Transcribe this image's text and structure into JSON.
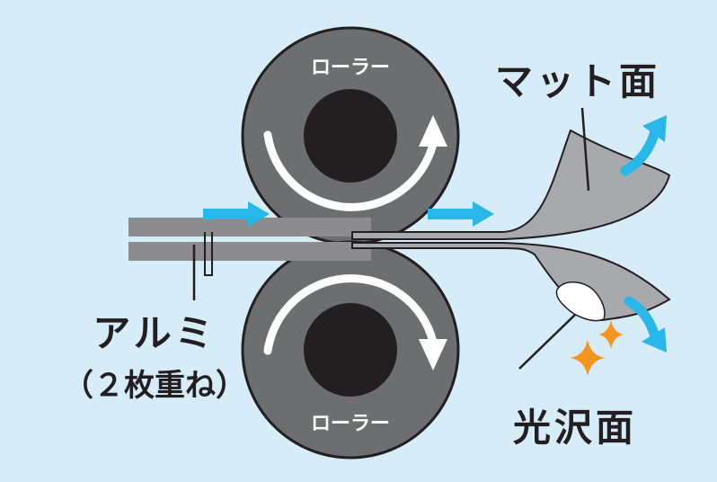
{
  "labels": {
    "roller_top": "ローラー",
    "roller_bottom": "ローラー",
    "matte_side": "マット面",
    "glossy_side": "光沢面",
    "aluminum": "アルミ",
    "two_layers": "（２枚重ね）"
  },
  "colors": {
    "background": "#d6ecf8",
    "roller_outer": "#6d6e70",
    "roller_core": "#231f20",
    "roller_stroke": "#231f20",
    "rotation_arrow": "#ffffff",
    "feed_arrow": "#29b6e8",
    "foil": "#a7a9ac",
    "foil_edge": "#231f20",
    "sparkle": "#f7941d",
    "text": "#231f20"
  }
}
